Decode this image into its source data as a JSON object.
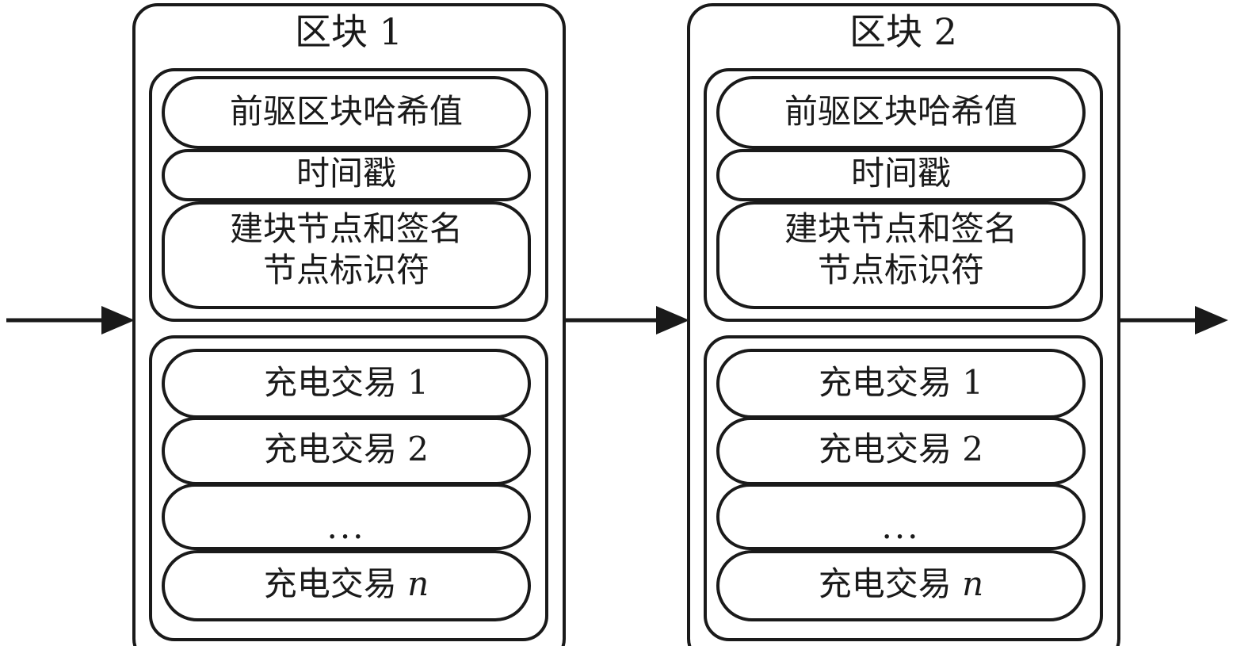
{
  "diagram": {
    "type": "blockchain-block-structure",
    "title_present": false,
    "colors": {
      "stroke": "#1a1a1a",
      "background": "#ffffff"
    },
    "blocks": [
      {
        "id": "block-1",
        "title": "区块 1",
        "header_section": {
          "fields": [
            {
              "id": "prev-hash",
              "label": "前驱区块哈希值"
            },
            {
              "id": "timestamp",
              "label": "时间戳"
            },
            {
              "id": "builder-signer",
              "label_line1": "建块节点和签名",
              "label_line2": "节点标识符"
            }
          ]
        },
        "transaction_section": {
          "items": [
            {
              "id": "tx-1",
              "label": "充电交易 1"
            },
            {
              "id": "tx-2",
              "label": "充电交易 2"
            },
            {
              "id": "tx-ellipsis",
              "label": "..."
            },
            {
              "id": "tx-n",
              "label_prefix": "充电交易 ",
              "label_index": "n"
            }
          ]
        }
      },
      {
        "id": "block-2",
        "title": "区块 2",
        "header_section": {
          "fields": [
            {
              "id": "prev-hash",
              "label": "前驱区块哈希值"
            },
            {
              "id": "timestamp",
              "label": "时间戳"
            },
            {
              "id": "builder-signer",
              "label_line1": "建块节点和签名",
              "label_line2": "节点标识符"
            }
          ]
        },
        "transaction_section": {
          "items": [
            {
              "id": "tx-1",
              "label": "充电交易 1"
            },
            {
              "id": "tx-2",
              "label": "充电交易 2"
            },
            {
              "id": "tx-ellipsis",
              "label": "..."
            },
            {
              "id": "tx-n",
              "label_prefix": "充电交易 ",
              "label_index": "n"
            }
          ]
        }
      }
    ],
    "arrows": [
      {
        "id": "arrow-in",
        "direction": "right"
      },
      {
        "id": "arrow-between",
        "direction": "right"
      },
      {
        "id": "arrow-out",
        "direction": "right"
      }
    ]
  }
}
